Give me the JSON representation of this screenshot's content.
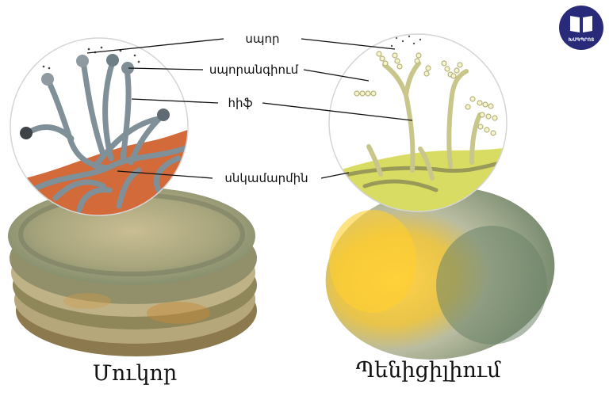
{
  "labels": {
    "spore": "սպոր",
    "sporangium": "սպորանգիում",
    "hypha": "հիֆ",
    "mycelium": "սնկամարմին"
  },
  "captions": {
    "left": "Մուկոր",
    "right": "Պենիցիլիում"
  },
  "badge": {
    "text": "ԽՄԳՊՐՈՏ",
    "icon": "book-icon",
    "color": "#2a2a7a"
  },
  "colors": {
    "hypha_left": "#7f9098",
    "bread_substrate": "#d26a3a",
    "lemon_substrate": "#d9dc63",
    "hypha_right": "#f2f0c2"
  }
}
